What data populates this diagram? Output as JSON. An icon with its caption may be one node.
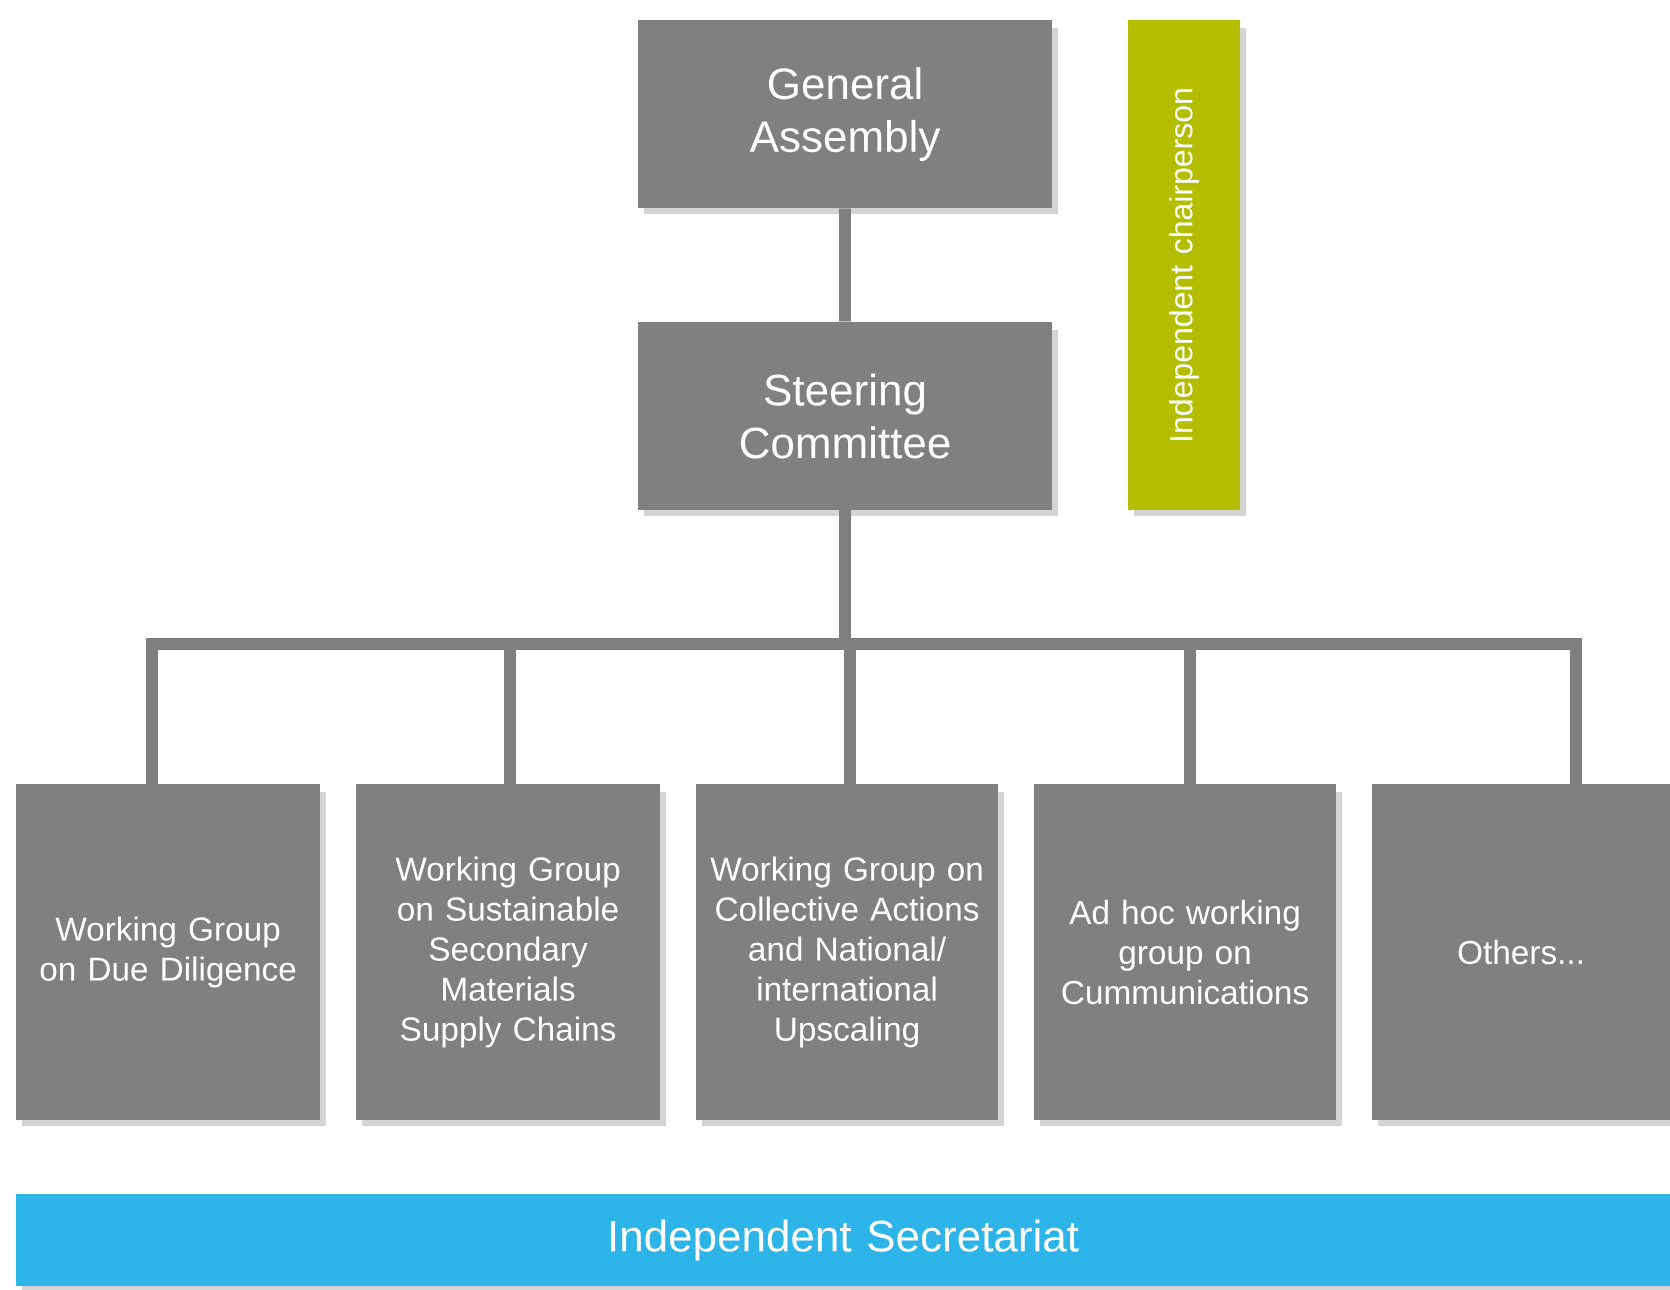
{
  "diagram": {
    "nodes": [
      {
        "text": [
          "General Assembly"
        ]
      },
      {
        "text": [
          "Independent chairperson"
        ]
      },
      {
        "text": [
          "Steering Committee"
        ]
      },
      {
        "text": [
          "Working Group on Due Diligence"
        ]
      },
      {
        "text": [
          "Working Group on Sustainable Secondary Materials Supply Chains"
        ]
      },
      {
        "text": [
          "Working Group on Collective Actions and National/ international Upscaling"
        ]
      },
      {
        "text": [
          "Ad hoc working group on Cummunications"
        ]
      },
      {
        "text": [
          "Others..."
        ]
      },
      {
        "text": [
          "Independent Secretariat"
        ]
      }
    ],
    "edges": [
      {
        "from": 0,
        "to": 2,
        "arrow": "none"
      },
      {
        "from": 2,
        "to": 3,
        "arrow": "none"
      },
      {
        "from": 2,
        "to": 4,
        "arrow": "none"
      },
      {
        "from": 2,
        "to": 5,
        "arrow": "none"
      },
      {
        "from": 2,
        "to": 6,
        "arrow": "none"
      },
      {
        "from": 2,
        "to": 7,
        "arrow": "none"
      }
    ]
  }
}
